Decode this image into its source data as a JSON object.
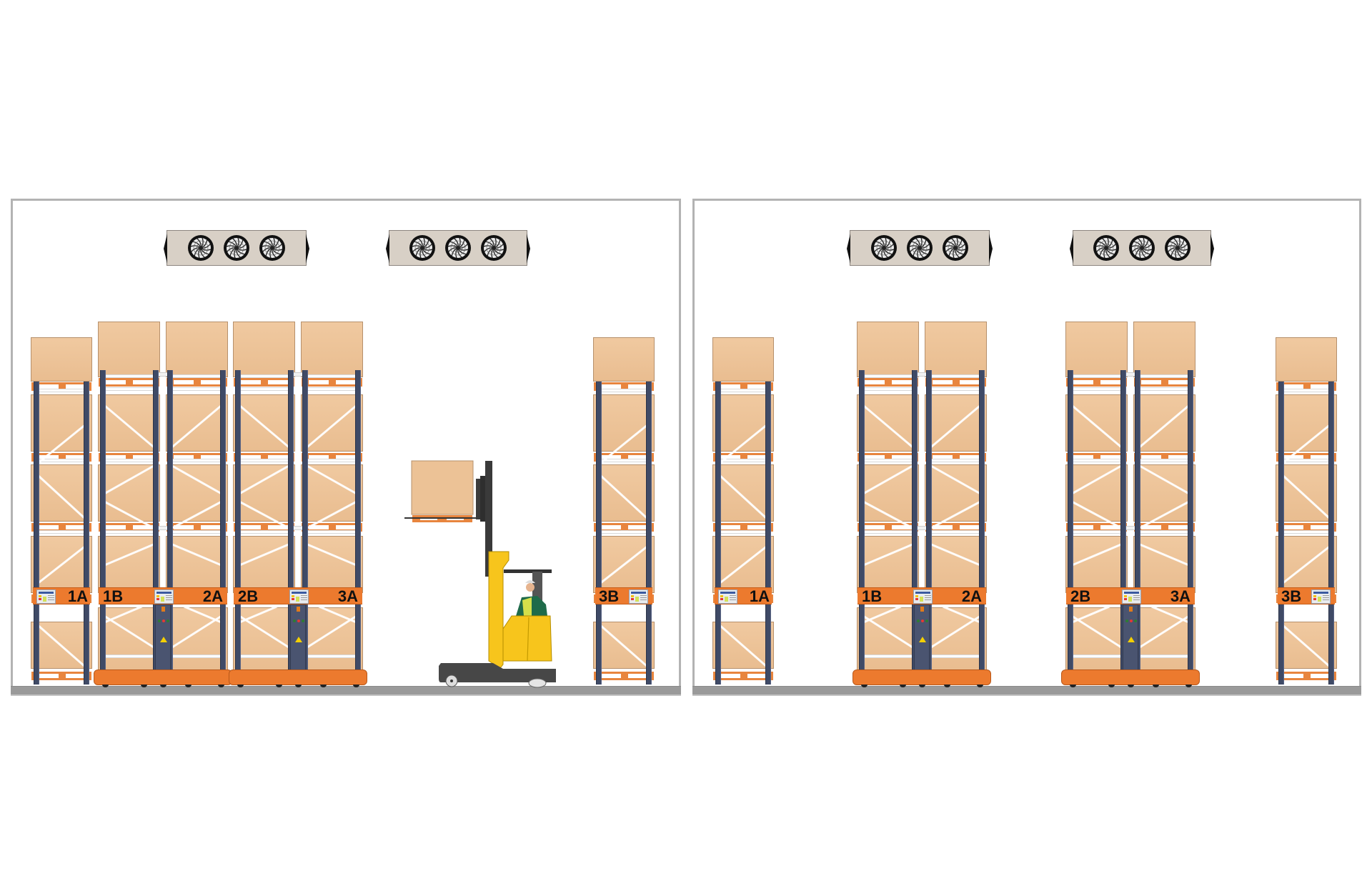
{
  "figure": {
    "description": "Side-elevation comparison of a cold store with mobile pallet racking",
    "panels": [
      {
        "id": "left",
        "state": "aisle-open-with-forklift",
        "fan_units": 2,
        "fans_per_unit": 3,
        "racks": [
          {
            "id": "rack-1A",
            "type": "static",
            "labels": [
              "1A"
            ]
          },
          {
            "id": "rack-1B-2A",
            "type": "mobile",
            "labels": [
              "1B",
              "2A"
            ]
          },
          {
            "id": "rack-2B-3A",
            "type": "mobile",
            "labels": [
              "2B",
              "3A"
            ]
          },
          {
            "id": "rack-3B",
            "type": "static",
            "labels": [
              "3B"
            ]
          }
        ],
        "vehicle": "reach-truck-forklift"
      },
      {
        "id": "right",
        "state": "racks-spaced-for-ventilation",
        "fan_units": 2,
        "fans_per_unit": 3,
        "racks": [
          {
            "id": "rack-1A",
            "type": "static",
            "labels": [
              "1A"
            ]
          },
          {
            "id": "rack-1B-2A",
            "type": "mobile",
            "labels": [
              "1B",
              "2A"
            ]
          },
          {
            "id": "rack-2B-3A",
            "type": "mobile",
            "labels": [
              "2B",
              "3A"
            ]
          },
          {
            "id": "rack-3B",
            "type": "static",
            "labels": [
              "3B"
            ]
          }
        ]
      }
    ]
  },
  "labels": {
    "left": {
      "r1a": "1A",
      "r1b": "1B",
      "r2a": "2A",
      "r2b": "2B",
      "r3a": "3A",
      "r3b": "3B"
    },
    "right": {
      "r1a": "1A",
      "r1b": "1B",
      "r2a": "2A",
      "r2b": "2B",
      "r3a": "3A",
      "r3b": "3B"
    }
  },
  "colors": {
    "upright": "#3f4a66",
    "label_band": "#ec7a2e",
    "box": "#ecc296",
    "pallet": "#e8853e",
    "forklift": "#f7c51c",
    "floor": "#9a9a9a",
    "frame": "#b3b3b3",
    "fan_housing": "#d8d0c6"
  },
  "icons": {
    "fan": "fan-icon",
    "warning": "warning-triangle-icon",
    "placard": "load-placard-icon"
  }
}
